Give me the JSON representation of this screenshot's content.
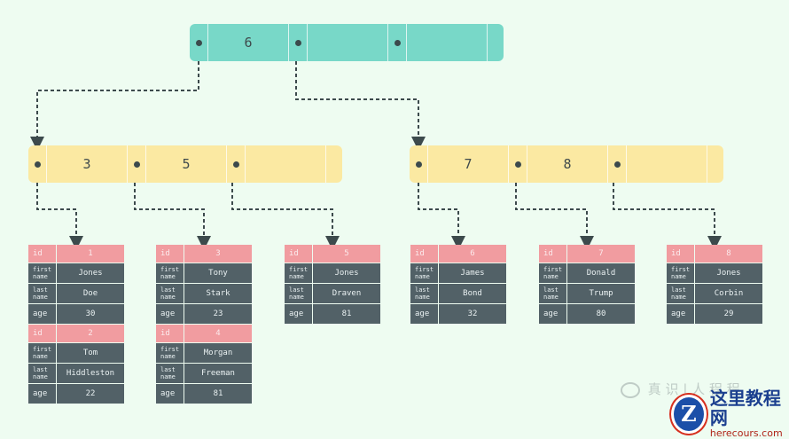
{
  "tree": {
    "root": {
      "keys": [
        "6",
        "",
        ""
      ]
    },
    "branches": [
      {
        "name": "left",
        "keys": [
          "3",
          "5",
          ""
        ]
      },
      {
        "name": "right",
        "keys": [
          "7",
          "8",
          ""
        ]
      }
    ]
  },
  "labels": {
    "id": "id",
    "first_name": "first name",
    "last_name": "last name",
    "age": "age"
  },
  "leaves": [
    {
      "records": [
        {
          "id": "1",
          "first": "Jones",
          "last": "Doe",
          "age": "30"
        },
        {
          "id": "2",
          "first": "Tom",
          "last": "Hiddleston",
          "age": "22"
        }
      ]
    },
    {
      "records": [
        {
          "id": "3",
          "first": "Tony",
          "last": "Stark",
          "age": "23"
        },
        {
          "id": "4",
          "first": "Morgan",
          "last": "Freeman",
          "age": "81"
        }
      ]
    },
    {
      "records": [
        {
          "id": "5",
          "first": "Jones",
          "last": "Draven",
          "age": "81"
        }
      ]
    },
    {
      "records": [
        {
          "id": "6",
          "first": "James",
          "last": "Bond",
          "age": "32"
        }
      ]
    },
    {
      "records": [
        {
          "id": "7",
          "first": "Donald",
          "last": "Trump",
          "age": "80"
        }
      ]
    },
    {
      "records": [
        {
          "id": "8",
          "first": "Jones",
          "last": "Corbin",
          "age": "29"
        }
      ]
    }
  ],
  "watermark": {
    "text": "真 识 | ⼈ 程 程"
  },
  "logo": {
    "mark": "Z",
    "name": "这里教程网",
    "url": "herecours.com"
  },
  "colors": {
    "root": "#78d8c8",
    "branch": "#fbe9a2",
    "id_row": "#f19ca0",
    "data_row": "#526167",
    "arrow": "#3c4a4c"
  }
}
